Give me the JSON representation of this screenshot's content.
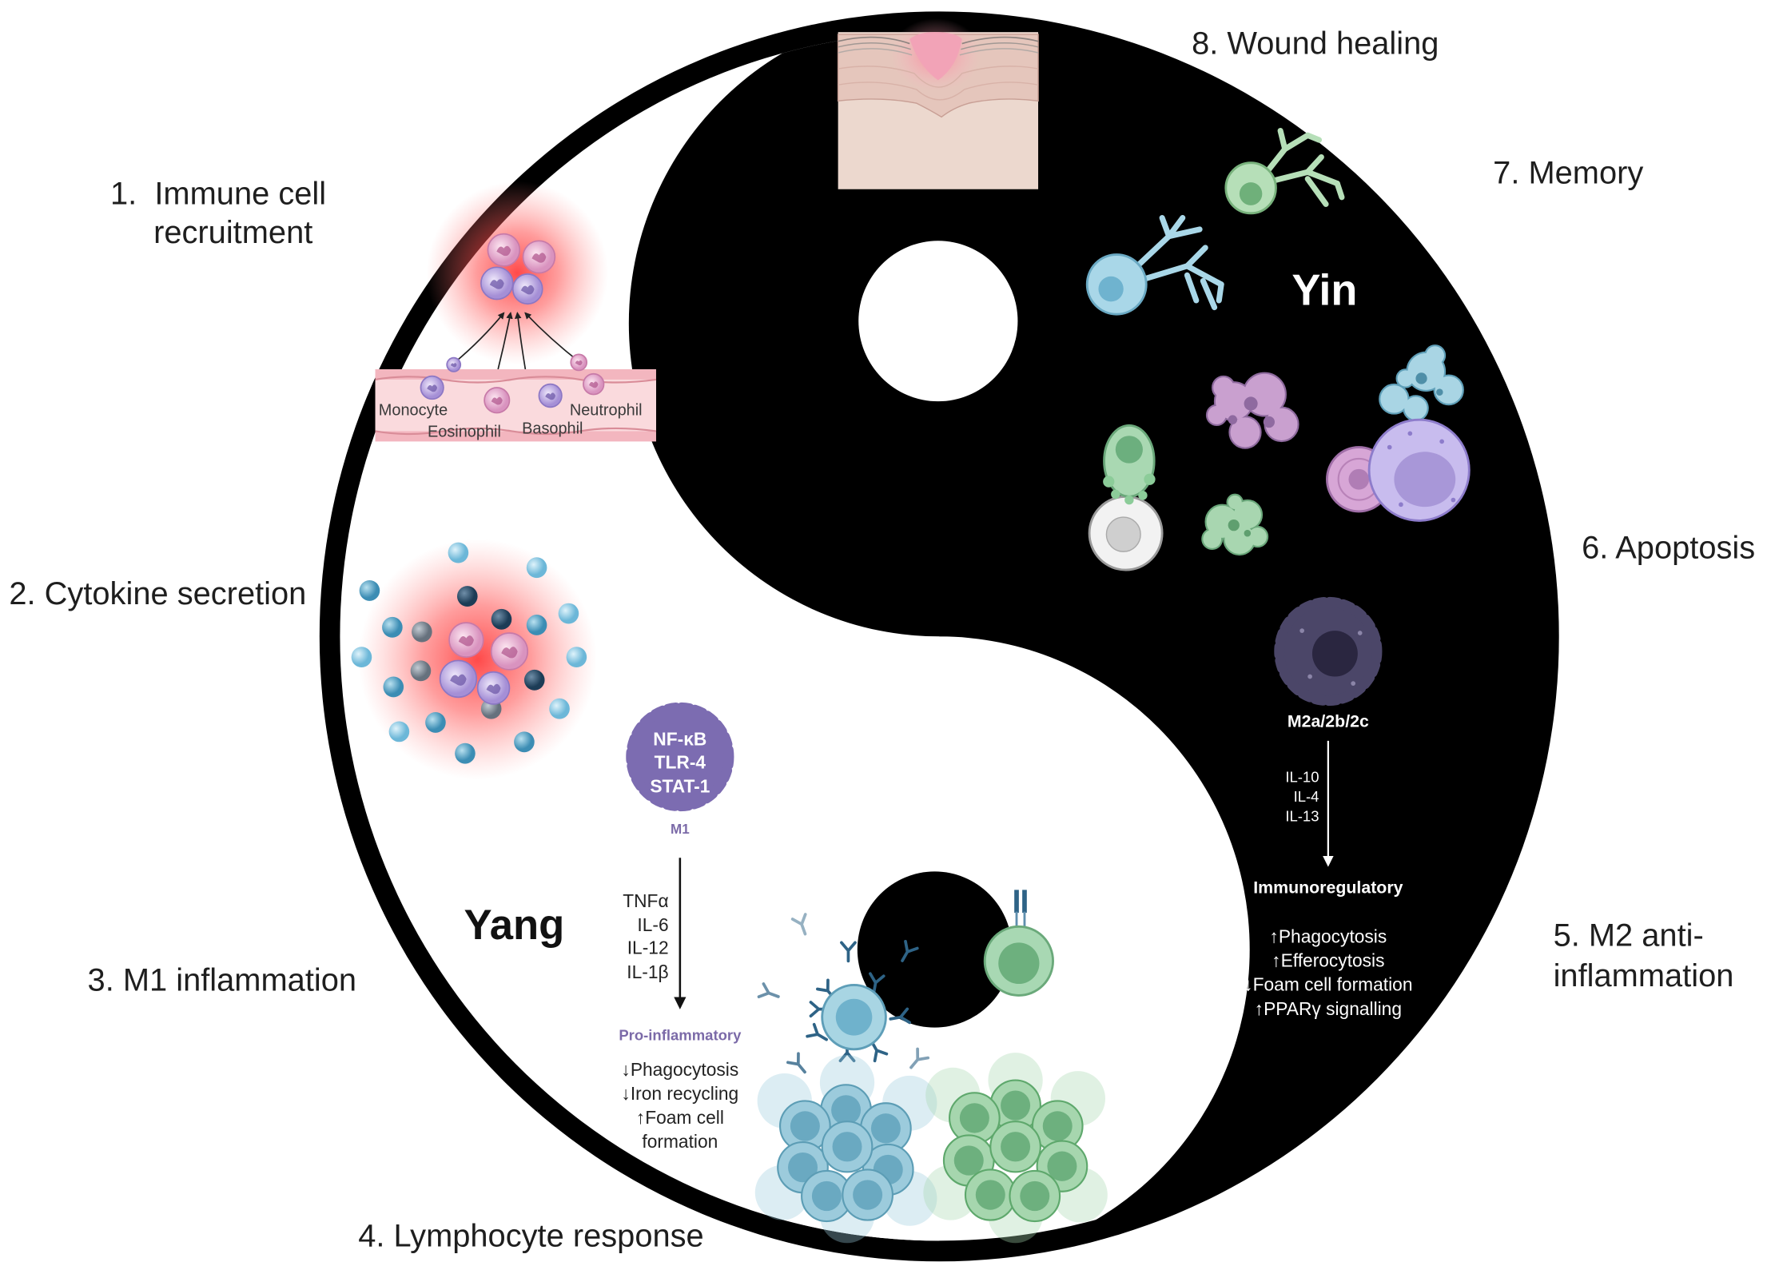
{
  "figure": {
    "yin_label": "Yin",
    "yang_label": "Yang",
    "stages": [
      {
        "lines": [
          "1.  Immune cell",
          "recruitment"
        ]
      },
      {
        "lines": [
          "2. Cytokine secretion"
        ]
      },
      {
        "lines": [
          "3. M1 inflammation"
        ]
      },
      {
        "lines": [
          "4. Lymphocyte response"
        ]
      },
      {
        "lines": [
          "5. M2 anti-",
          "inflammation"
        ]
      },
      {
        "lines": [
          "6. Apoptosis"
        ]
      },
      {
        "lines": [
          "7. Memory"
        ]
      },
      {
        "lines": [
          "8. Wound healing"
        ]
      }
    ],
    "recruitment": {
      "cell_types": [
        "Monocyte",
        "Eosinophil",
        "Basophil",
        "Neutrophil"
      ]
    },
    "m1": {
      "markers": [
        "NF-κB",
        "TLR-4",
        "STAT-1"
      ],
      "label": "M1",
      "cytokines": [
        "TNFα",
        "IL-6",
        "IL-12",
        "IL-1β"
      ],
      "phenotype": "Pro-inflammatory",
      "effects": [
        "↓Phagocytosis",
        "↓Iron recycling",
        "↑Foam cell",
        "formation"
      ]
    },
    "m2": {
      "label": "M2a/2b/2c",
      "cytokines": [
        "IL-10",
        "IL-4",
        "IL-13"
      ],
      "phenotype": "Immunoregulatory",
      "effects": [
        "↑Phagocytosis",
        "↑Efferocytosis",
        "↓Foam cell formation",
        "↑PPARγ signalling"
      ]
    }
  },
  "icons": {
    "wound_healing": "skin-tissue-icon",
    "memory": "dendritic-cell-icon",
    "apoptosis": "apoptotic-cell-icon",
    "m2": "m2-macrophage-icon",
    "m1": "m1-macrophage-icon",
    "recruitment": "blood-vessel-icon",
    "cytokines": "cytokine-dot-icon",
    "lymphocytes": [
      "b-cell-icon",
      "t-cell-icon",
      "antibody-icon"
    ]
  },
  "colors": {
    "yin": "#000000",
    "yang": "#ffffff",
    "macrophage_label": "#7b6aa8",
    "inflammation_glow": "#ff3b3b",
    "m1_cell": "#7c6cb1",
    "m2_cell": "#4b4668"
  }
}
